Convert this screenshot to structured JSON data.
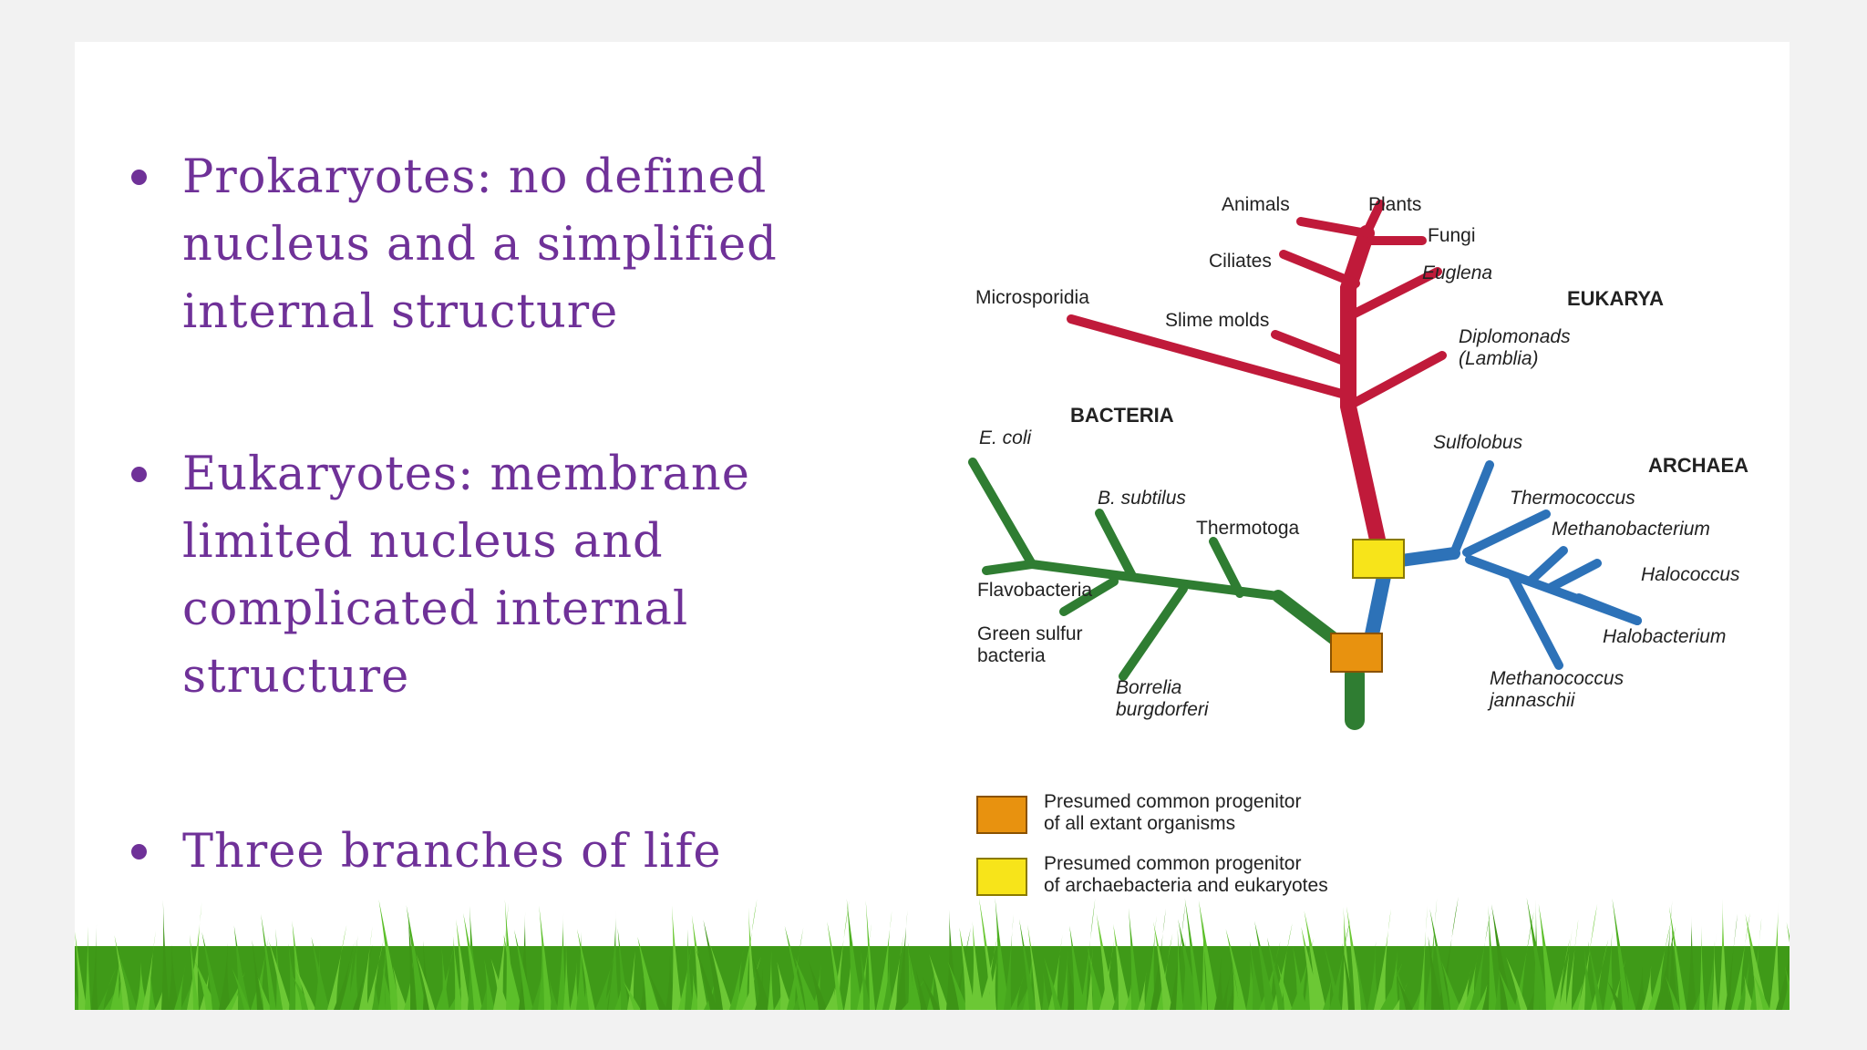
{
  "bullets": [
    {
      "lines": [
        "Prokaryotes: no  defined",
        "nucleus and a  simplified",
        "internal  structure"
      ]
    },
    {
      "lines": [
        "Eukaryotes:  membrane",
        "limited  nucleus and",
        "complicated internal",
        "structure"
      ]
    },
    {
      "lines": [
        "Three branches of  life"
      ]
    }
  ],
  "domains": {
    "eukarya": "EUKARYA",
    "bacteria": "BACTERIA",
    "archaea": "ARCHAEA"
  },
  "eukarya_taxa": {
    "animals": "Animals",
    "plants": "Plants",
    "fungi": "Fungi",
    "ciliates": "Ciliates",
    "euglena": "Euglena",
    "microsporidia": "Microsporidia",
    "slime_molds": "Slime molds",
    "diplomonads": [
      "Diplomonads",
      "(Lamblia)"
    ]
  },
  "bacteria_taxa": {
    "ecoli": "E. coli",
    "bsubtilus": "B. subtilus",
    "thermotoga": "Thermotoga",
    "flavobacteria": "Flavobacteria",
    "green_sulfur": [
      "Green sulfur",
      "bacteria"
    ],
    "borrelia": [
      "Borrelia",
      "burgdorferi"
    ]
  },
  "archaea_taxa": {
    "sulfolobus": "Sulfolobus",
    "thermococcus": "Thermococcus",
    "methanobacterium": "Methanobacterium",
    "halococcus": "Halococcus",
    "halobacterium": "Halobacterium",
    "methanococcus": [
      "Methanococcus",
      "jannaschii"
    ]
  },
  "legend": [
    {
      "color": "#e8920f",
      "lines": [
        "Presumed common progenitor",
        "of all extant organisms"
      ]
    },
    {
      "color": "#f7e41a",
      "lines": [
        "Presumed common progenitor",
        "of archaebacteria and eukaryotes"
      ]
    }
  ],
  "colors": {
    "bullet_text": "#6f3198",
    "eukarya_branch": "#c01a3a",
    "bacteria_branch": "#2f7d32",
    "archaea_branch": "#2d72b8",
    "grass": "#4caf20"
  }
}
